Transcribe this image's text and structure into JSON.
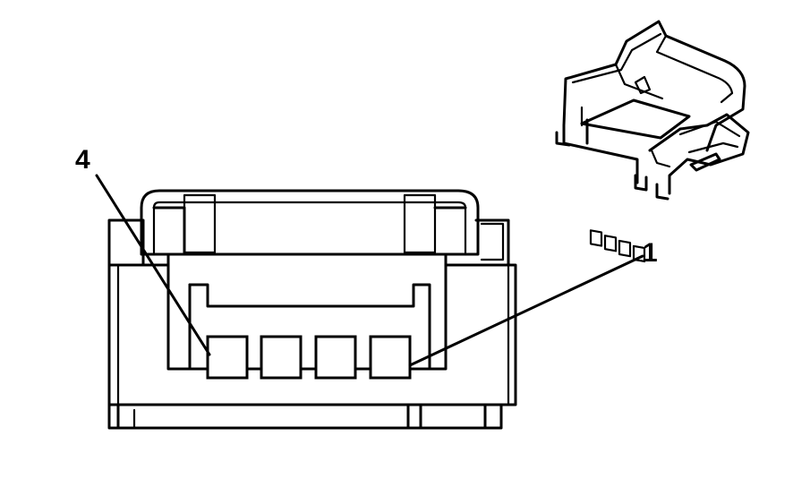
{
  "diagram": {
    "callouts": [
      {
        "id": "pin-4",
        "label": "4"
      },
      {
        "id": "pin-1",
        "label": "1"
      }
    ]
  }
}
